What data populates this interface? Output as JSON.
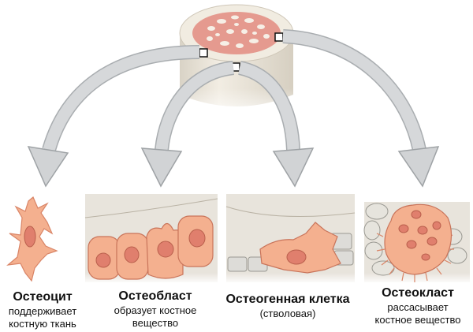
{
  "cells": [
    {
      "name": "Остеоцит",
      "desc": "поддерживает",
      "desc2": "костную ткань"
    },
    {
      "name": "Остеобласт",
      "desc": "образует костное",
      "desc2": "вещество"
    },
    {
      "name": "Остеогенная клетка",
      "desc": "(стволовая)",
      "desc2": ""
    },
    {
      "name": "Остеокласт",
      "desc": "рассасывает",
      "desc2": "костное вещество"
    }
  ],
  "colors": {
    "bone": "#efe9dd",
    "spongy": "#e59a8f",
    "cell": "#f4b08f",
    "nucleus": "#e07f6d",
    "arrow": "#cdcfd1",
    "tissue": "#e8e4dc"
  },
  "icons": [
    "bone-cross-section",
    "arrow-down",
    "cell-osteocyte",
    "cell-osteoblast",
    "cell-osteogenic",
    "cell-osteoclast"
  ]
}
